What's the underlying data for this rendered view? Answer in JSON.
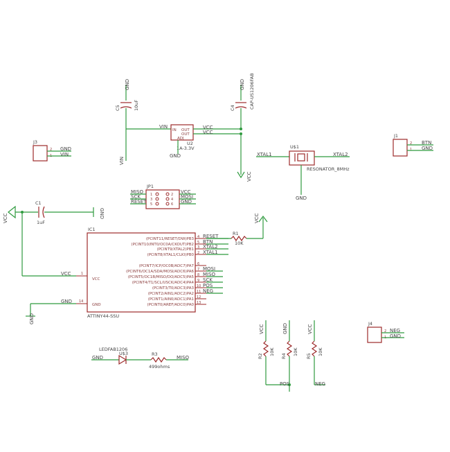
{
  "u2": {
    "name": "U2",
    "value": "1A-3.3V",
    "pin_in": "IN",
    "pin_out": "OUT",
    "pin_adj": "ADJ"
  },
  "c5": {
    "name": "C5",
    "value": "10uF"
  },
  "c4": {
    "name": "C4",
    "value": "CAP-US1206FAB"
  },
  "c1": {
    "name": "C1",
    "value": "1uF"
  },
  "u$1": {
    "name": "U$1",
    "value": "RESONATOR_8MHz"
  },
  "jp1": {
    "name": "JP1",
    "left_pins": [
      "MISO",
      "SCK",
      "RESET"
    ],
    "right_pins": [
      "VCC",
      "MOSI",
      "GND"
    ],
    "left_nums": [
      "1",
      "3",
      "5"
    ],
    "right_nums": [
      "2",
      "4",
      "6"
    ]
  },
  "j1": {
    "name": "J1",
    "pins": [
      "BTN",
      "GND"
    ],
    "nums": [
      "2",
      "1"
    ]
  },
  "j3": {
    "name": "J3",
    "pins": [
      "GND",
      "VIN"
    ],
    "nums": [
      "2",
      "1"
    ]
  },
  "j4": {
    "name": "J4",
    "pins": [
      "NEG",
      "GND"
    ],
    "nums": [
      "2",
      "1"
    ]
  },
  "ic1": {
    "name": "IC1",
    "part": "ATTINY44-SSU",
    "left_pins": [
      {
        "name": "VCC",
        "num": "1"
      },
      {
        "name": "GND",
        "num": "14"
      }
    ],
    "right_pins": [
      {
        "name": "(PCINT11/RESET/DW)PB3",
        "num": "4",
        "net": "RESET"
      },
      {
        "name": "(PCINT10/INT0/OC0A/CKOUT)PB2",
        "num": "5",
        "net": "BTN"
      },
      {
        "name": "(PCINT9/XTAL2)PB1",
        "num": "3",
        "net": "XTAL2"
      },
      {
        "name": "(PCINT8/XTAL1/CLKI)PB0",
        "num": "2",
        "net": "XTAL1"
      },
      {
        "name": "(PCINT7/ICP/OC0B/ADC7)PA7",
        "num": "6",
        "net": ""
      },
      {
        "name": "(PCINT6/OC1A/SDA/MOSI/ADC6)PA6",
        "num": "7",
        "net": "MOSI"
      },
      {
        "name": "(PCINT5/OC1B/MISO/DO/ADC5)PA5",
        "num": "8",
        "net": "MISO"
      },
      {
        "name": "(PCINT4/T1/SCL/USCK/ADC4)PA4",
        "num": "9",
        "net": "SCK"
      },
      {
        "name": "(PCINT3/T0/ADC3)PA3",
        "num": "10",
        "net": "POS"
      },
      {
        "name": "(PCINT2/AIN1/ADC2)PA2",
        "num": "11",
        "net": "NEG"
      },
      {
        "name": "(PCINT1/AIN0/ADC1)PA1",
        "num": "12",
        "net": ""
      },
      {
        "name": "(PCINT0/AREF/ADC0)PA0",
        "num": "13",
        "net": ""
      }
    ]
  },
  "r1": {
    "name": "R1",
    "value": "10K"
  },
  "r2": {
    "name": "R2",
    "value": "10K"
  },
  "r3": {
    "name": "R3",
    "value": "499ohms"
  },
  "r4": {
    "name": "R4",
    "value": "10K"
  },
  "r5": {
    "name": "R5",
    "value": "10K"
  },
  "led": {
    "name": "U$3",
    "value": "LEDFAB1206"
  },
  "nets": {
    "gnd": "GND",
    "vcc": "VCC",
    "vin": "VIN",
    "xtal1": "XTAL1",
    "xtal2": "XTAL2",
    "miso": "MISO",
    "pos": "POS",
    "neg": "NEG"
  }
}
